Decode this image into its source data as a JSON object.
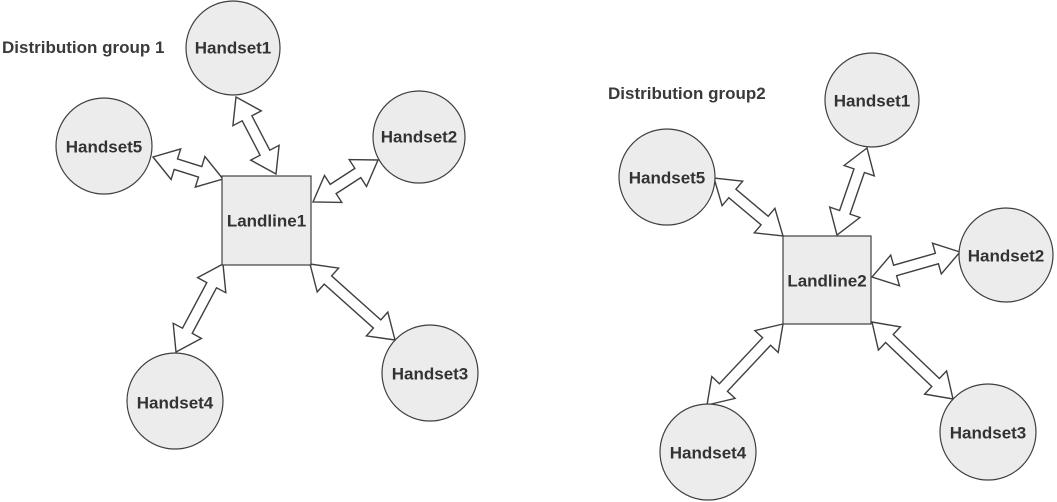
{
  "colors": {
    "background": "#ffffff",
    "node_fill": "#ececec",
    "node_stroke": "#3f3f3f",
    "arrow_fill": "#ffffff",
    "arrow_stroke": "#3f3f3f",
    "label": "#333333",
    "title": "#3a3a3a"
  },
  "diagrams": [
    {
      "title": "Distribution group 1",
      "hub": {
        "label": "Landline1",
        "shape": "square"
      },
      "nodes": [
        {
          "label": "Handset1",
          "shape": "circle"
        },
        {
          "label": "Handset2",
          "shape": "circle"
        },
        {
          "label": "Handset3",
          "shape": "circle"
        },
        {
          "label": "Handset4",
          "shape": "circle"
        },
        {
          "label": "Handset5",
          "shape": "circle"
        }
      ],
      "edges": [
        {
          "from": "Landline1",
          "to": "Handset1",
          "direction": "bidirectional"
        },
        {
          "from": "Landline1",
          "to": "Handset2",
          "direction": "bidirectional"
        },
        {
          "from": "Landline1",
          "to": "Handset3",
          "direction": "bidirectional"
        },
        {
          "from": "Landline1",
          "to": "Handset4",
          "direction": "bidirectional"
        },
        {
          "from": "Landline1",
          "to": "Handset5",
          "direction": "bidirectional"
        }
      ]
    },
    {
      "title": "Distribution group2",
      "hub": {
        "label": "Landline2",
        "shape": "square"
      },
      "nodes": [
        {
          "label": "Handset1",
          "shape": "circle"
        },
        {
          "label": "Handset2",
          "shape": "circle"
        },
        {
          "label": "Handset3",
          "shape": "circle"
        },
        {
          "label": "Handset4",
          "shape": "circle"
        },
        {
          "label": "Handset5",
          "shape": "circle"
        }
      ],
      "edges": [
        {
          "from": "Landline2",
          "to": "Handset1",
          "direction": "bidirectional"
        },
        {
          "from": "Landline2",
          "to": "Handset2",
          "direction": "bidirectional"
        },
        {
          "from": "Landline2",
          "to": "Handset3",
          "direction": "bidirectional"
        },
        {
          "from": "Landline2",
          "to": "Handset4",
          "direction": "bidirectional"
        },
        {
          "from": "Landline2",
          "to": "Handset5",
          "direction": "bidirectional"
        }
      ]
    }
  ]
}
